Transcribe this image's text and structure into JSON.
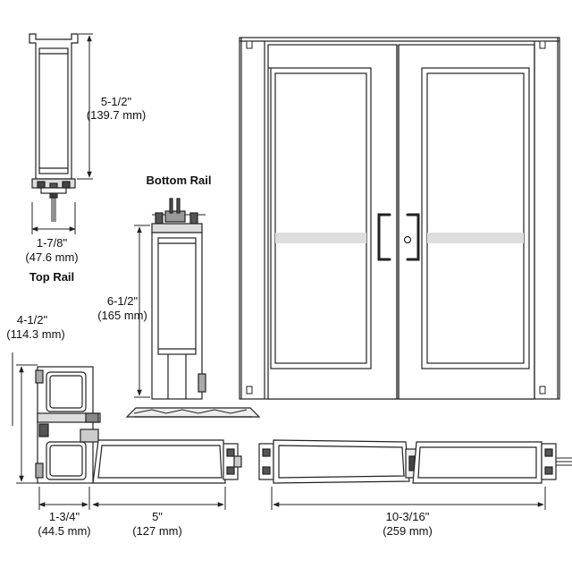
{
  "top_rail": {
    "title": "Top Rail",
    "height": {
      "imperial": "5-1/2\"",
      "metric": "(139.7 mm)"
    },
    "depth": {
      "imperial": "1-7/8\"",
      "metric": "(47.6 mm)"
    }
  },
  "bottom_rail": {
    "title": "Bottom Rail",
    "height": {
      "imperial": "6-1/2\"",
      "metric": "(165 mm)"
    }
  },
  "stile": {
    "height": {
      "imperial": "4-1/2\"",
      "metric": "(114.3 mm)"
    },
    "depth": {
      "imperial": "1-3/4\"",
      "metric": "(44.5 mm)"
    },
    "width": {
      "imperial": "5\"",
      "metric": "(127 mm)"
    }
  },
  "meeting_stiles": {
    "width": {
      "imperial": "10-3/16\"",
      "metric": "(259 mm)"
    }
  },
  "colors": {
    "line": "#222222",
    "fill": "#ffffff",
    "shade": "#e6e6e6",
    "dark": "#444444"
  }
}
